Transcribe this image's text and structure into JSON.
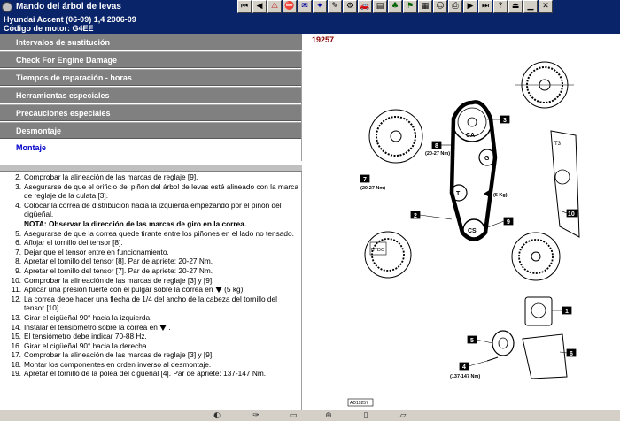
{
  "window": {
    "title": "Mando del árbol de levas"
  },
  "toolbar": {
    "buttons": [
      {
        "icon": "first-icon",
        "glyph": "⏮"
      },
      {
        "icon": "back-icon",
        "glyph": "◀"
      },
      {
        "icon": "warning-icon",
        "glyph": "⚠"
      },
      {
        "icon": "stop-icon",
        "glyph": "⛔"
      },
      {
        "icon": "mail-icon",
        "glyph": "✉"
      },
      {
        "icon": "star-icon",
        "glyph": "✦"
      },
      {
        "icon": "brush-icon",
        "glyph": "✎"
      },
      {
        "icon": "tool-icon",
        "glyph": "⚙"
      },
      {
        "icon": "car-icon",
        "glyph": "🚗"
      },
      {
        "icon": "document-icon",
        "glyph": "▤"
      },
      {
        "icon": "tree-icon",
        "glyph": "♣"
      },
      {
        "icon": "flag-icon",
        "glyph": "⚑"
      },
      {
        "icon": "calendar-icon",
        "glyph": "▦"
      },
      {
        "icon": "person-icon",
        "glyph": "☺"
      },
      {
        "icon": "print-icon",
        "glyph": "⎙"
      },
      {
        "icon": "next-icon",
        "glyph": "▶"
      },
      {
        "icon": "last-icon",
        "glyph": "⏭"
      },
      {
        "icon": "question-icon",
        "glyph": "?"
      },
      {
        "icon": "exit-icon",
        "glyph": "⏏"
      },
      {
        "icon": "minimize-icon",
        "glyph": "▁"
      },
      {
        "icon": "close-icon",
        "glyph": "✕"
      }
    ]
  },
  "vehicle": {
    "line1": "Hyundai   Accent (06-09) 1,4  2006-09",
    "line2": "Código de motor: G4EE"
  },
  "nav": {
    "items": [
      {
        "label": "Intervalos de sustitución"
      },
      {
        "label": "Check For Engine Damage"
      },
      {
        "label": "Tiempos de reparación - horas"
      },
      {
        "label": "Herramientas especiales"
      },
      {
        "label": "Precauciones especiales"
      },
      {
        "label": "Desmontaje"
      },
      {
        "label": "Montaje"
      }
    ]
  },
  "steps": [
    {
      "num": "2.",
      "text": "Comprobar la alineación de las marcas de reglaje [9]."
    },
    {
      "num": "3.",
      "text": "Asegurarse de que el orificio del piñón del árbol de levas esté alineado con la marca de reglaje de la culata [3]."
    },
    {
      "num": "4.",
      "text": "Colocar la correa de distribución hacia la izquierda empezando por el piñón del cigüeñal."
    },
    {
      "num": "",
      "text": "NOTA: Observar la dirección de las marcas de giro en la correa.",
      "note": true
    },
    {
      "num": "5.",
      "text": "Asegurarse de que la correa quede tirante entre los piñones en el lado no tensado."
    },
    {
      "num": "6.",
      "text": "Aflojar el tornillo del tensor [8]."
    },
    {
      "num": "7.",
      "text": "Dejar que el tensor entre en funcionamiento."
    },
    {
      "num": "8.",
      "text": "Apretar el tornillo del tensor [8]. Par de apriete: 20-27 Nm."
    },
    {
      "num": "9.",
      "text": "Apretar el tornillo del tensor [7]. Par de apriete: 20-27 Nm."
    },
    {
      "num": "10.",
      "text": "Comprobar la alineación de las marcas de reglaje [3] y [9]."
    },
    {
      "num": "11.",
      "text": "Aplicar una presión fuerte con el pulgar sobre la correa en",
      "suffix": "(5 kg).",
      "tri": true
    },
    {
      "num": "12.",
      "text": "La correa debe hacer una flecha de 1/4 del ancho de la cabeza del tornillo del tensor [10]."
    },
    {
      "num": "13.",
      "text": "Girar el cigüeñal 90° hacia la izquierda."
    },
    {
      "num": "14.",
      "text": "Instalar el tensiómetro sobre la correa en",
      "suffix": ".",
      "tri": true
    },
    {
      "num": "15.",
      "text": "El tensiómetro debe indicar 70-88 Hz."
    },
    {
      "num": "16.",
      "text": "Girar el cigüeñal 90° hacia la derecha."
    },
    {
      "num": "17.",
      "text": "Comprobar la alineación de las marcas de reglaje [3] y [9]."
    },
    {
      "num": "18.",
      "text": "Montar los componentes en orden inverso al desmontaje."
    },
    {
      "num": "19.",
      "text": "Apretar el tornillo de la polea del cigüeñal [4]. Par de apriete: 137-147 Nm."
    }
  ],
  "figure": {
    "id": "19257",
    "footer_code": "AD19257",
    "labels": {
      "ca": "CA",
      "g": "G",
      "t": "T",
      "cs": "CS",
      "c1": "1",
      "c2": "2",
      "c3": "3",
      "c4": "4",
      "c5": "5",
      "c6": "6",
      "c7": "7",
      "c8": "8",
      "c9": "9",
      "c10": "10",
      "tq8": "(20-27 Nm)",
      "tq7": "(20-27 Nm)",
      "tq4": "(137-147 Nm)",
      "kg": "(5 Kg)",
      "tdc": "BTDC",
      "t3": "T3"
    }
  },
  "bottombar": {
    "icons": [
      {
        "icon": "globe-icon",
        "glyph": "◐"
      },
      {
        "icon": "wrench-icon",
        "glyph": "✑"
      },
      {
        "icon": "book-icon",
        "glyph": "▭"
      },
      {
        "icon": "target-icon",
        "glyph": "⊕"
      },
      {
        "icon": "page-icon",
        "glyph": "▯"
      },
      {
        "icon": "folder-icon",
        "glyph": "▱"
      }
    ]
  },
  "colors": {
    "titlebar": "#0a246a",
    "nav_bg": "#808080",
    "active_text": "#0000cc",
    "figure_id": "#8b0000"
  }
}
